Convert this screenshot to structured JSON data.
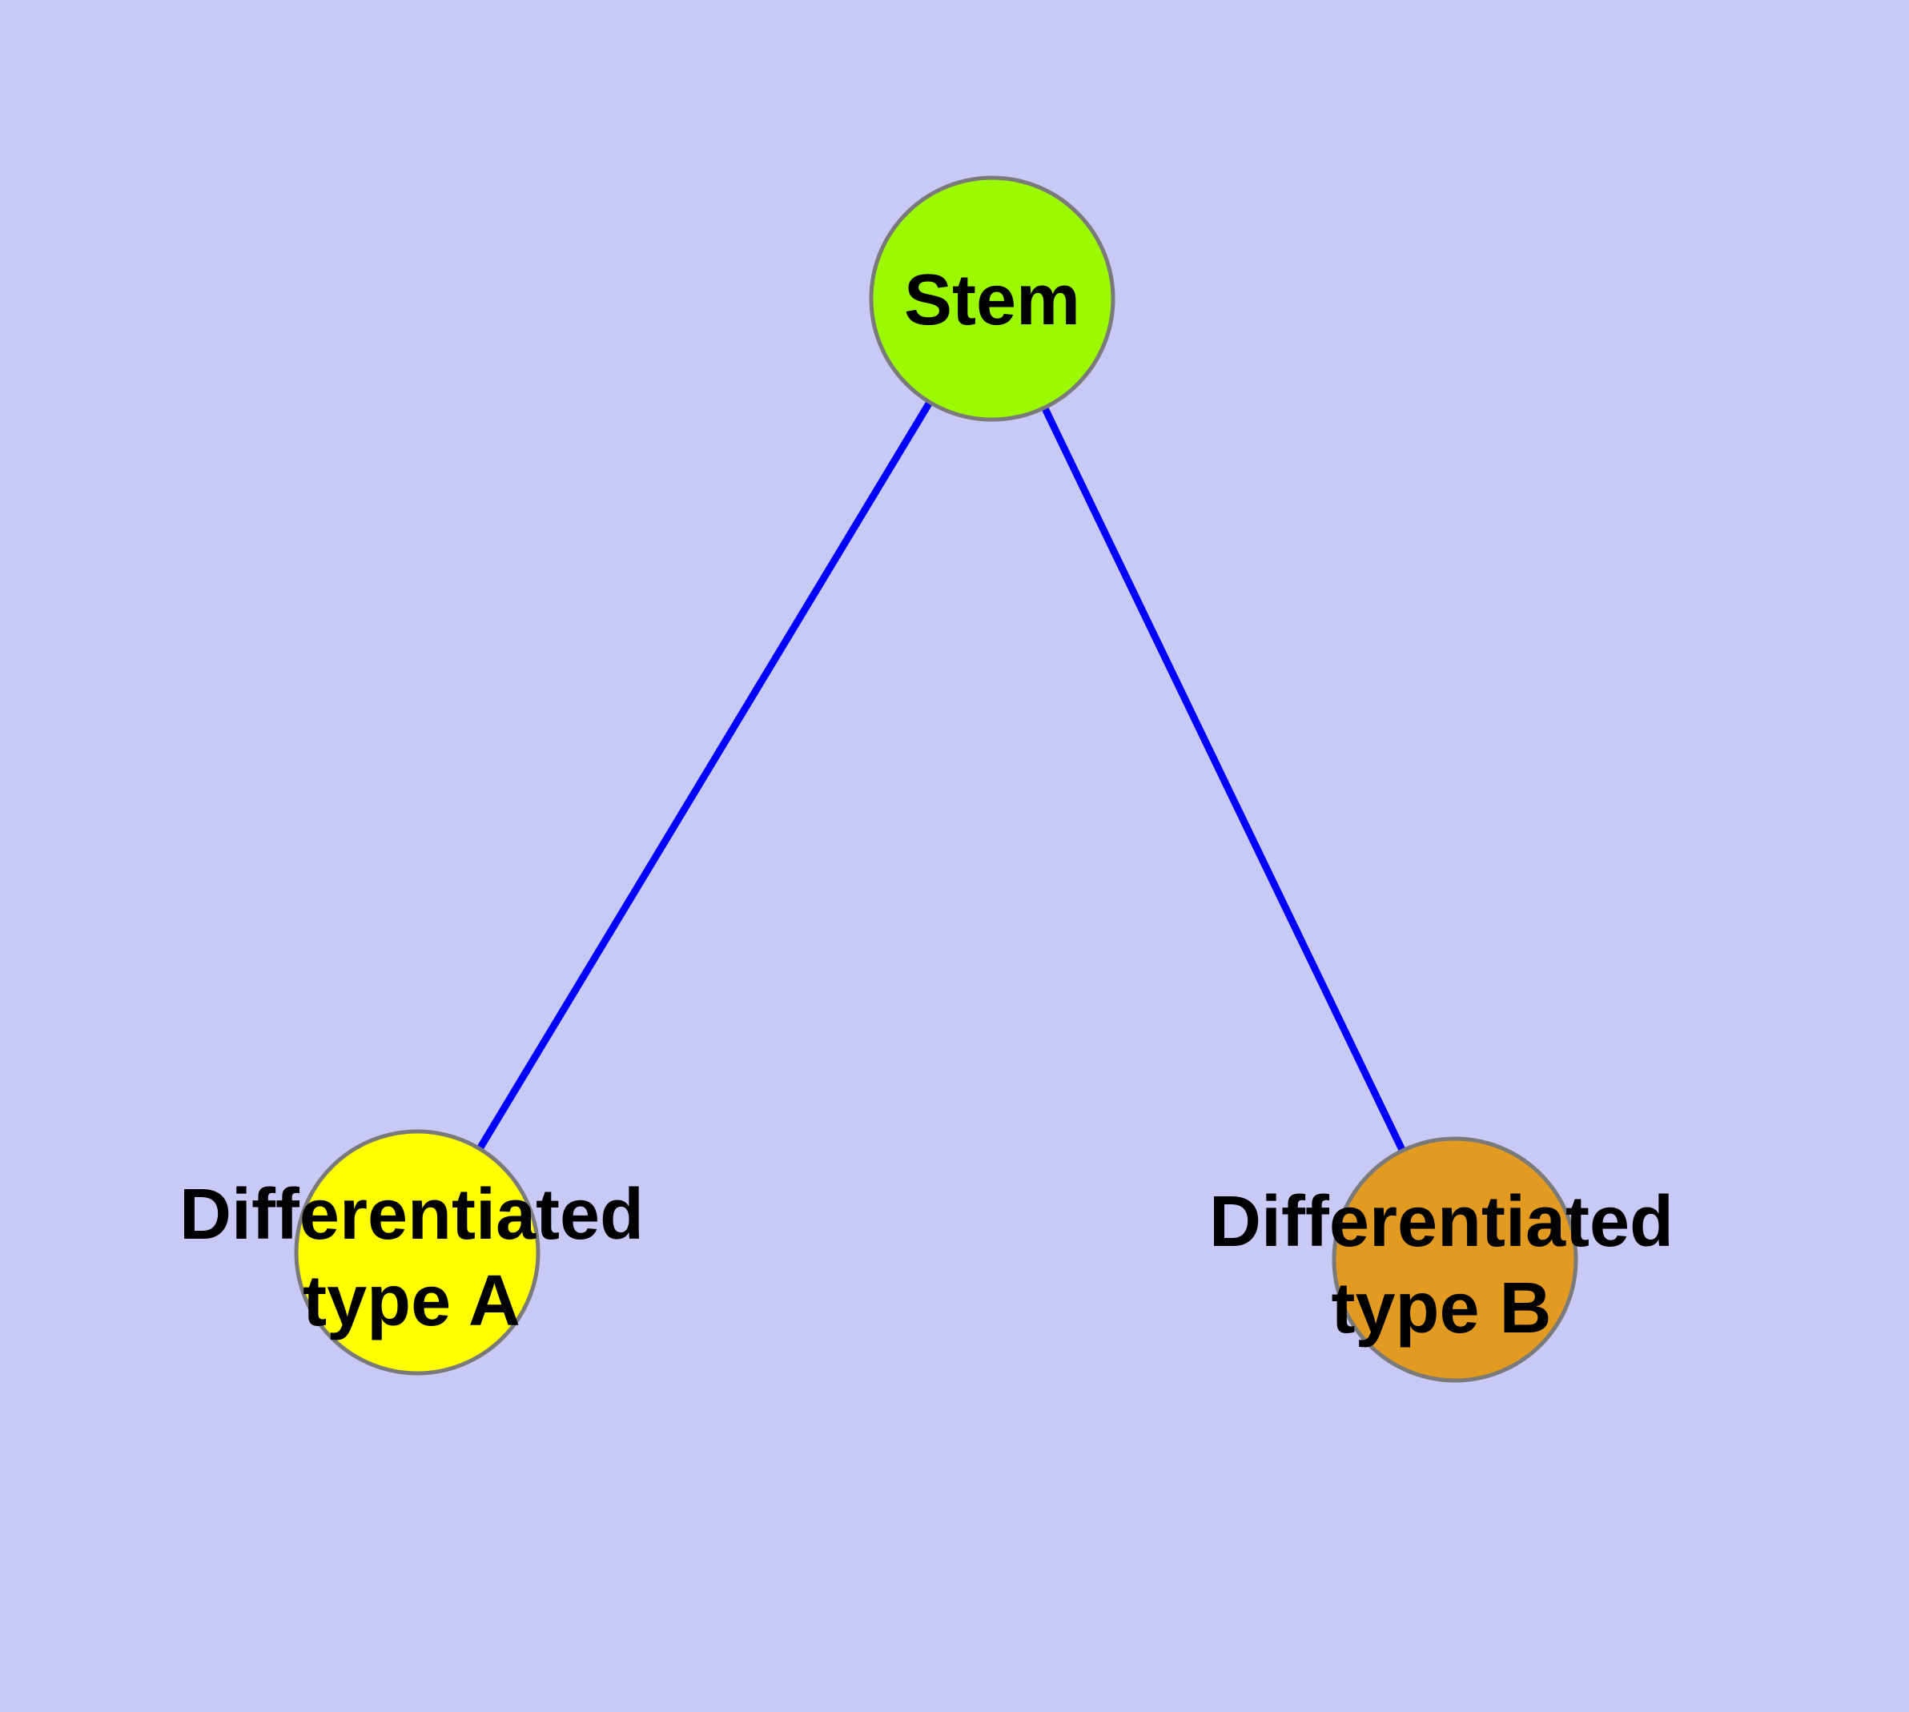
{
  "diagram": {
    "type": "graph",
    "description": "Cell differentiation graph: one stem node connected to two differentiated cell type nodes",
    "background_color": "#c9c9f6",
    "colors": {
      "edge": "#0000ff",
      "node_border": "#7a7a7a",
      "label_text": "#000000"
    },
    "nodes": [
      {
        "id": "stem",
        "label": "Stem",
        "fill": "#9bf900",
        "lines": [
          "Stem",
          ""
        ]
      },
      {
        "id": "differentiated-type-a",
        "label": "Differentiated type A",
        "fill": "#ffff00",
        "lines": [
          "Differentiated",
          "type A"
        ]
      },
      {
        "id": "differentiated-type-b",
        "label": "Differentiated type B",
        "fill": "#e29b20",
        "lines": [
          "Differentiated",
          "type B"
        ]
      }
    ],
    "edges": [
      {
        "from": "stem",
        "to": "differentiated-type-a"
      },
      {
        "from": "stem",
        "to": "differentiated-type-b"
      }
    ]
  }
}
